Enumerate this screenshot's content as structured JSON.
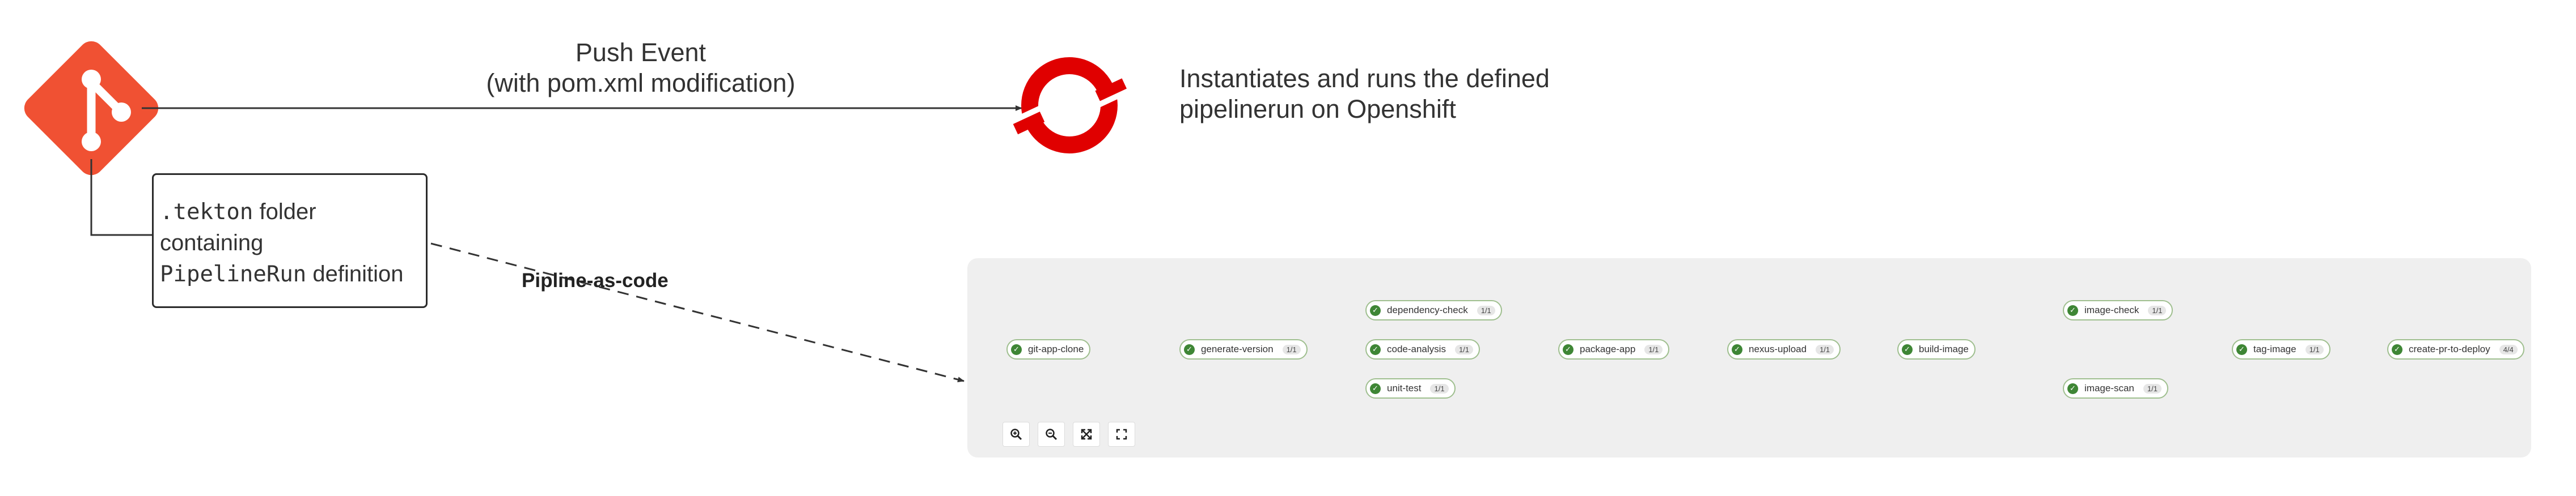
{
  "top": {
    "push_event_line1": "Push Event",
    "push_event_line2": "(with pom.xml modification)",
    "instantiates_line1": "Instantiates and runs the defined",
    "instantiates_line2": "pipelinerun on Openshift"
  },
  "tekton_box": {
    "code1": ".tekton",
    "text1": " folder",
    "text2": "containing",
    "code2": "PipelineRun",
    "text3": " definition"
  },
  "pipeline_as_code_label": "Pipline-as-code",
  "icons": {
    "git_logo": "git-logo",
    "openshift_logo": "openshift-logo",
    "zoom_in": "zoom-in-icon",
    "zoom_out": "zoom-out-icon",
    "fit": "expand-arrows-icon",
    "fullscreen": "fullscreen-icon"
  },
  "pipeline": {
    "tasks": [
      {
        "name": "git-app-clone",
        "badge": ""
      },
      {
        "name": "generate-version",
        "badge": "1/1"
      },
      {
        "name": "dependency-check",
        "badge": "1/1"
      },
      {
        "name": "code-analysis",
        "badge": "1/1"
      },
      {
        "name": "unit-test",
        "badge": "1/1"
      },
      {
        "name": "package-app",
        "badge": "1/1"
      },
      {
        "name": "nexus-upload",
        "badge": "1/1"
      },
      {
        "name": "build-image",
        "badge": ""
      },
      {
        "name": "image-check",
        "badge": "1/1"
      },
      {
        "name": "image-scan",
        "badge": "1/1"
      },
      {
        "name": "tag-image",
        "badge": "1/1"
      },
      {
        "name": "create-pr-to-deploy",
        "badge": "4/4"
      }
    ]
  },
  "colors": {
    "git": "#f05133",
    "openshift": "#e00000",
    "success": "#3e8635",
    "panel": "#efefef",
    "connector": "#8a8a8a"
  }
}
